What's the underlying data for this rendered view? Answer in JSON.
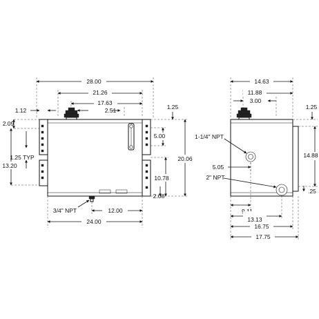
{
  "front_view": {
    "overall_width": "28.00",
    "width_21": "21.26",
    "width_17": "17.63",
    "cap_offset": "2.51",
    "left_offset": "1.12",
    "top_offset_right": "1.25",
    "bracket_top_left": "2.09",
    "bracket_spacing": "1.25 TYP",
    "bracket_span_left": "13.20",
    "sight_gauge_height": "5.00",
    "overall_height": "20.06",
    "bracket_span_right": "10.78",
    "bottom_offset": "2.08",
    "drain_label": "3/4\" NPT",
    "drain_offset": "12.00",
    "body_width": "24.00"
  },
  "side_view": {
    "overall_depth": "14.63",
    "depth_11": "11.88",
    "cap_offset": "3.00",
    "top_offset": "1.25",
    "port_upper_label": "1-1/4\" NPT",
    "height_14": "14.88",
    "port_upper_offset": "5.05",
    "port_lower_label": "2\" NPT",
    "bottom_offset": ".25",
    "depth_9": "9.11",
    "depth_13": "13.13",
    "depth_16": "16.75",
    "depth_17": "17.75"
  }
}
